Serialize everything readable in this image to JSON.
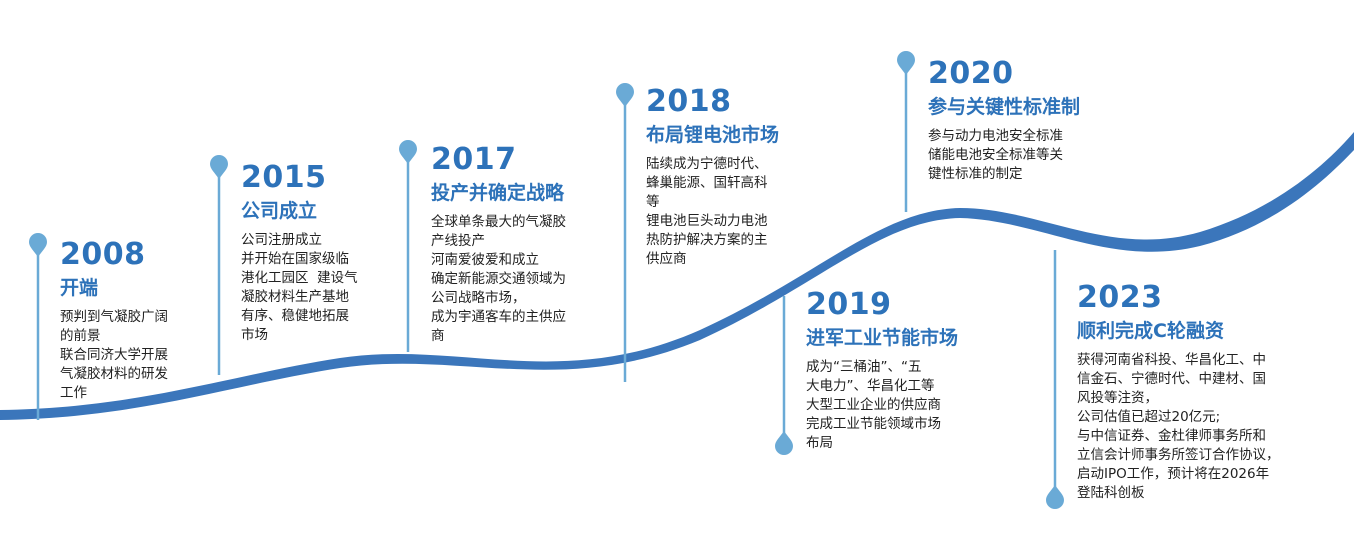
{
  "colors": {
    "curve": "#3b76bb",
    "pin": "#6aaad6",
    "year": "#2d72b9",
    "text": "#222222"
  },
  "milestones": [
    {
      "year": "2008",
      "heading": "开端",
      "lines": [
        "预判到气凝胶广阔",
        "的前景",
        "联合同济大学开展",
        "气凝胶材料的研发",
        "工作"
      ]
    },
    {
      "year": "2015",
      "heading": "公司成立",
      "lines": [
        "公司注册成立",
        "并开始在国家级临",
        "港化工园区  建设气",
        "凝胶材料生产基地",
        "有序、稳健地拓展",
        "市场"
      ]
    },
    {
      "year": "2017",
      "heading": "投产并确定战略",
      "lines": [
        "全球单条最大的气凝胶",
        "产线投产",
        "河南爱彼爱和成立",
        "确定新能源交通领域为",
        "公司战略市场，",
        "成为宇通客车的主供应",
        "商"
      ]
    },
    {
      "year": "2018",
      "heading": "布局锂电池市场",
      "lines": [
        "陆续成为宁德时代、",
        "蜂巢能源、国轩高科",
        "等",
        "锂电池巨头动力电池",
        "热防护解决方案的主",
        "供应商"
      ]
    },
    {
      "year": "2019",
      "heading": "进军工业节能市场",
      "lines": [
        "成为“三桶油”、“五",
        "大电力”、华昌化工等",
        "大型工业企业的供应商",
        "完成工业节能领域市场",
        "布局"
      ]
    },
    {
      "year": "2020",
      "heading": "参与关键性标准制",
      "lines": [
        "参与动力电池安全标准",
        "储能电池安全标准等关",
        "键性标准的制定"
      ]
    },
    {
      "year": "2023",
      "heading": "顺利完成C轮融资",
      "lines": [
        "获得河南省科投、华昌化工、中",
        "信金石、宁德时代、中建材、国",
        "风投等注资，",
        "公司估值已超过20亿元;",
        "与中信证券、金杜律师事务所和",
        "立信会计师事务所签订合作协议，",
        "启动IPO工作，预计将在2026年",
        "登陆科创板"
      ]
    }
  ]
}
